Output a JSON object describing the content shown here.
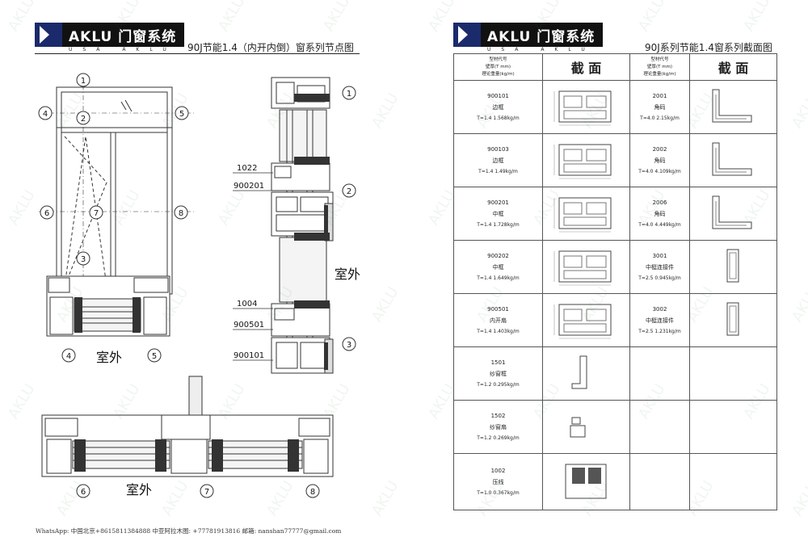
{
  "left_page": {
    "brand": "AKLU 门窗系统",
    "brand_sub": "USA AKLU",
    "title": "90J节能1.4（内开内倒）窗系列节点图",
    "node_numbers": [
      "1",
      "2",
      "3",
      "4",
      "5",
      "6",
      "7",
      "8"
    ],
    "exterior_label": "室外",
    "callouts": [
      "1022",
      "900201",
      "1004",
      "900501",
      "900101"
    ]
  },
  "right_page": {
    "brand": "AKLU 门窗系统",
    "brand_sub": "USA AKLU",
    "title": "90J系列节能1.4窗系列截面图",
    "table_header": {
      "spec_line1": "型材代号",
      "spec_line2": "壁厚(T mm)",
      "spec_line3": "理论重量(kg/m)",
      "section_label": "截 面"
    },
    "left_column": [
      {
        "code": "900101",
        "name": "边框",
        "spec": "T=1.4  1.568kg/m"
      },
      {
        "code": "900103",
        "name": "边框",
        "spec": "T=1.4  1.49kg/m"
      },
      {
        "code": "900201",
        "name": "中框",
        "spec": "T=1.4  1.728kg/m"
      },
      {
        "code": "900202",
        "name": "中框",
        "spec": "T=1.4  1.649kg/m"
      },
      {
        "code": "900501",
        "name": "内开扇",
        "spec": "T=1.4  1.403kg/m"
      },
      {
        "code": "1501",
        "name": "纱窗框",
        "spec": "T=1.2  0.295kg/m"
      },
      {
        "code": "1502",
        "name": "纱窗扇",
        "spec": "T=1.2  0.269kg/m"
      },
      {
        "code": "1002",
        "name": "压线",
        "spec": "T=1.0  0.367kg/m"
      }
    ],
    "right_column": [
      {
        "code": "2001",
        "name": "角码",
        "spec": "T=4.0  2.15kg/m"
      },
      {
        "code": "2002",
        "name": "角码",
        "spec": "T=4.0  4.109kg/m"
      },
      {
        "code": "2006",
        "name": "角码",
        "spec": "T=4.0  4.449kg/m"
      },
      {
        "code": "3001",
        "name": "中梃连接件",
        "spec": "T=2.5  0.945kg/m"
      },
      {
        "code": "3002",
        "name": "中梃连接件",
        "spec": "T=2.5  1.231kg/m"
      },
      {
        "code": "",
        "name": "",
        "spec": ""
      },
      {
        "code": "",
        "name": "",
        "spec": ""
      },
      {
        "code": "",
        "name": "",
        "spec": ""
      }
    ]
  },
  "watermark_text": "AKLU",
  "footer": "WhatsApp: 中国北京+8615811384888   中亚阿拉木图: +77781913816  邮箱:  nanshan77777@gmail.com"
}
